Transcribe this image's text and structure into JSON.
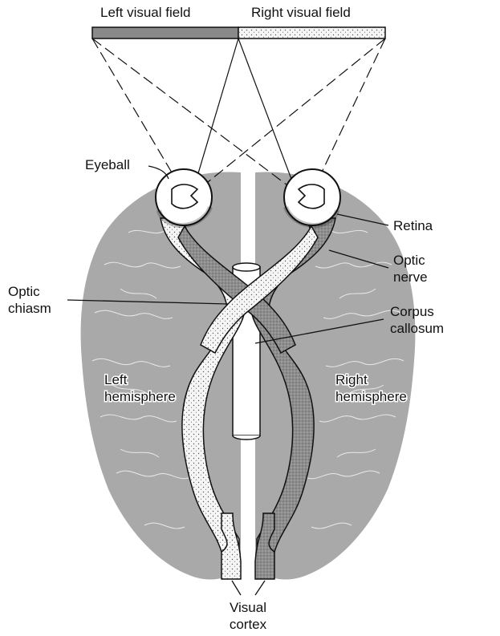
{
  "labels": {
    "left_visual_field": "Left visual field",
    "right_visual_field": "Right visual field",
    "eyeball": "Eyeball",
    "retina": "Retina",
    "optic_nerve_1": "Optic",
    "optic_nerve_2": "nerve",
    "optic_chiasm_1": "Optic",
    "optic_chiasm_2": "chiasm",
    "corpus_callosum_1": "Corpus",
    "corpus_callosum_2": "callosum",
    "left_hemisphere_1": "Left",
    "left_hemisphere_2": "hemisphere",
    "right_hemisphere_1": "Right",
    "right_hemisphere_2": "hemisphere",
    "visual_cortex_1": "Visual",
    "visual_cortex_2": "cortex"
  },
  "colors": {
    "brain": "#a9a9a9",
    "left_field": "#8a8a8a",
    "right_field": "#f2f2f2",
    "left_pathway": "#f4f4f4",
    "right_pathway": "#8f8f8f",
    "outline": "#111111"
  }
}
